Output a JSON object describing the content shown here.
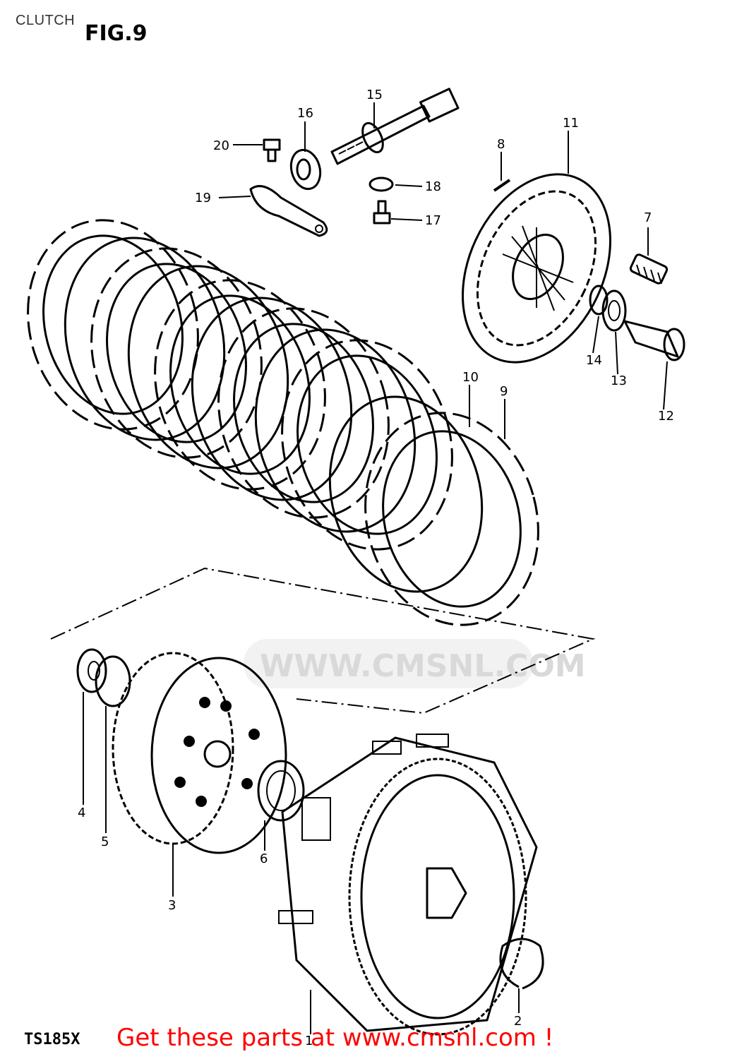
{
  "header": {
    "title": "CLUTCH",
    "figure": "FIG.9"
  },
  "footer": {
    "model": "TS185X",
    "promo_text": "Get these parts at www.cmsnl.com !"
  },
  "watermark": {
    "text": "WWW.CMSNL.COM"
  },
  "colors": {
    "promo": "#ff0000",
    "line_art": "#000000",
    "watermark": "#d9d9d9"
  },
  "callouts": [
    "1",
    "2",
    "3",
    "4",
    "5",
    "6",
    "7",
    "8",
    "9",
    "10",
    "11",
    "12",
    "13",
    "14",
    "15",
    "16",
    "17",
    "18",
    "19",
    "20"
  ]
}
